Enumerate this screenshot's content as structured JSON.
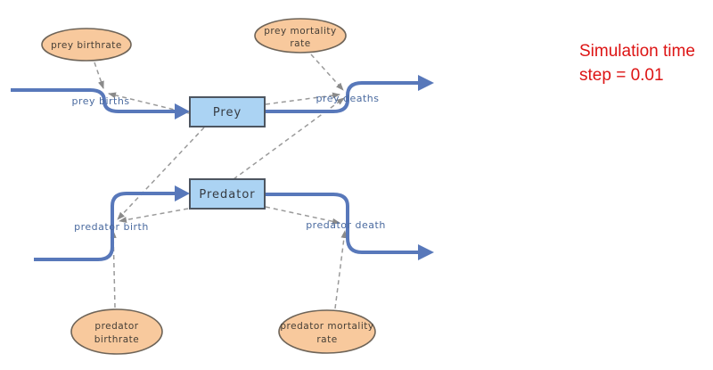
{
  "annotation": {
    "line1": "Simulation time",
    "line2": "step = 0.01"
  },
  "stocks": [
    {
      "label": "Prey"
    },
    {
      "label": "Predator"
    }
  ],
  "flows": [
    {
      "label": "prey births"
    },
    {
      "label": "prey deaths"
    },
    {
      "label": "predator birth"
    },
    {
      "label": "predator death"
    }
  ],
  "converters": [
    {
      "line1": "prey birthrate",
      "line2": ""
    },
    {
      "line1": "prey mortality",
      "line2": "rate"
    },
    {
      "line1": "predator",
      "line2": "birthrate"
    },
    {
      "line1": "predator mortality",
      "line2": "rate"
    }
  ],
  "colors": {
    "pipe_blue": "#5878ba",
    "stock_fill": "#abd3f3",
    "stock_border": "#4d5560",
    "converter_fill": "#f8c99d",
    "converter_border": "#6e6458",
    "connector_gray": "#9a9a9a",
    "flow_label_blue": "#4a6a9f",
    "annotation_red": "#dd1414"
  }
}
